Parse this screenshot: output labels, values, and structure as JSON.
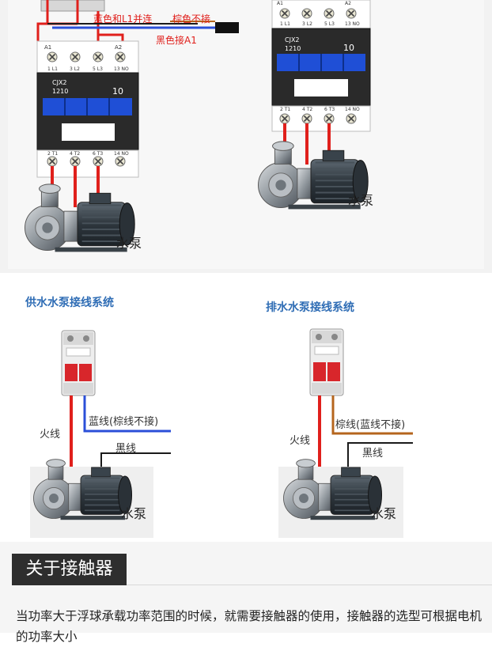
{
  "left_top": {
    "note_blue_l1": "蓝色和L1并连",
    "note_brown": "棕色不接",
    "note_black_a1": "黑色接A1",
    "contactor_model": "CJX2",
    "contactor_rating": "1210",
    "contactor_number": "10",
    "top_terminals": [
      "A1",
      "1 L1",
      "3 L2",
      "5 L3",
      "A2",
      "13 NO"
    ],
    "bottom_terminals": [
      "2 T1",
      "4 T2",
      "6 T3",
      "14 NO"
    ],
    "pump_label": "水泵"
  },
  "right_top": {
    "contactor_model": "CJX2",
    "contactor_rating": "1210",
    "contactor_number": "10",
    "top_terminals": [
      "A1",
      "1 L1",
      "3 L2",
      "5 L3",
      "A2",
      "13 NO"
    ],
    "bottom_terminals": [
      "2 T1",
      "4 T2",
      "6 T3",
      "14 NO"
    ],
    "pump_label": "水泵"
  },
  "supply": {
    "title": "供水水泵接线系统",
    "live_wire": "火线",
    "blue_wire": "蓝线(棕线不接)",
    "black_wire": "黑线",
    "pump_label": "水泵"
  },
  "drain": {
    "title": "排水水泵接线系统",
    "live_wire": "火线",
    "brown_wire": "棕线(蓝线不接)",
    "black_wire": "黑线",
    "pump_label": "水泵"
  },
  "section": {
    "heading": "关于接触器",
    "paragraph": "当功率大于浮球承载功率范围的时候，就需要接触器的使用，接触器的选型可根据电机的功率大小"
  },
  "colors": {
    "wire_red": "#e0201c",
    "wire_blue": "#2b4fd8",
    "wire_black": "#1a1a1a",
    "wire_brown": "#b5651d",
    "contactor_blue": "#1f4fd6",
    "title_blue": "#2f6db5"
  }
}
